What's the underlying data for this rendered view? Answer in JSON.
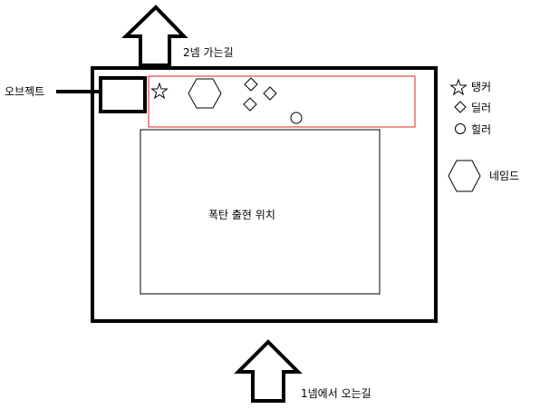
{
  "labels": {
    "path_to_2": "2넴 가는길",
    "path_from_1": "1넴에서 오는길",
    "object": "오브젝트",
    "bomb_spawn": "폭탄 출현 위치"
  },
  "legend": {
    "tank": "탱커",
    "dealer": "딜러",
    "healer": "힐러",
    "named": "네임드"
  },
  "colors": {
    "outline": "#000000",
    "party_zone": "#e02020"
  },
  "icons": {
    "tank": "star-icon",
    "dealer": "diamond-icon",
    "healer": "circle-icon",
    "named": "hexagon-icon",
    "path": "up-arrow-icon"
  }
}
